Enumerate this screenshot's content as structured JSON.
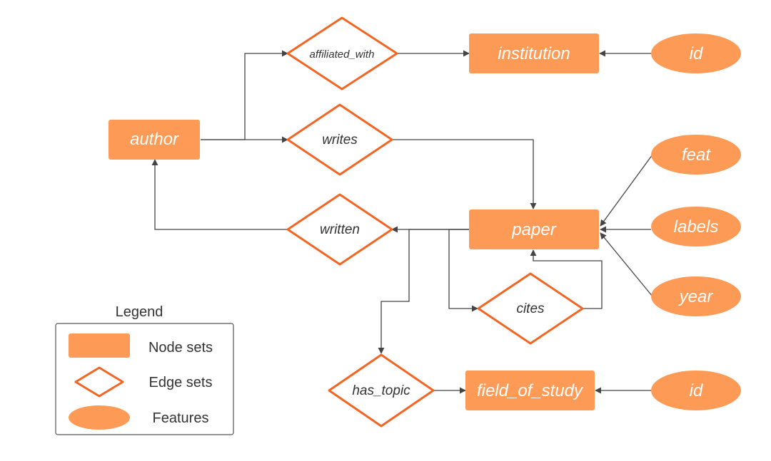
{
  "colors": {
    "node": "#fd9a56",
    "edge_border": "#f26522",
    "wire": "#444444",
    "text_on_node": "#ffffff"
  },
  "nodes": {
    "institution": "institution",
    "author": "author",
    "paper": "paper",
    "field_of_study": "field_of_study"
  },
  "edges": {
    "affiliated_with": "affiliated_with",
    "writes": "writes",
    "written": "written",
    "cites": "cites",
    "has_topic": "has_topic"
  },
  "features": {
    "institution_id": "id",
    "feat": "feat",
    "labels": "labels",
    "year": "year",
    "field_id": "id"
  },
  "legend": {
    "title": "Legend",
    "node_sets": "Node sets",
    "edge_sets": "Edge sets",
    "features": "Features"
  }
}
